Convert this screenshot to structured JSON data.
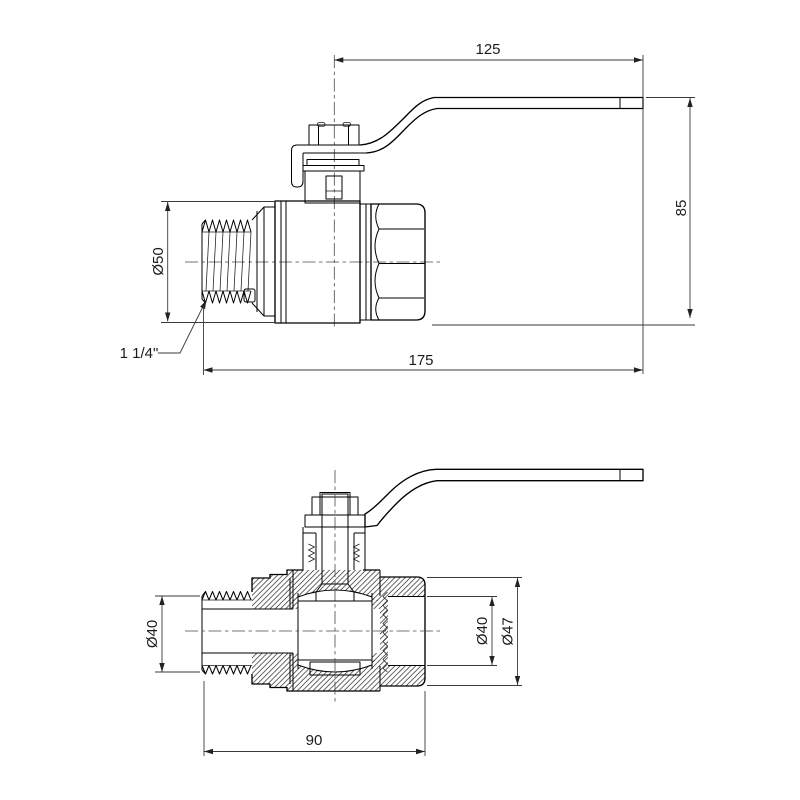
{
  "drawing": {
    "background_color": "#ffffff",
    "line_color": "#000000",
    "dimension_color": "#3a3a3a",
    "side_view": {
      "title": "ball-valve-side-view",
      "dims": {
        "handle_length": "125",
        "overall_height": "85",
        "body_diameter": "Ø50",
        "thread_size": "1 1/4\"",
        "overall_length": "175"
      }
    },
    "section_view": {
      "title": "ball-valve-section-view",
      "dims": {
        "thread_diameter": "Ø40",
        "port_diameter": "Ø40",
        "cap_diameter": "Ø47",
        "body_length": "90"
      }
    }
  }
}
